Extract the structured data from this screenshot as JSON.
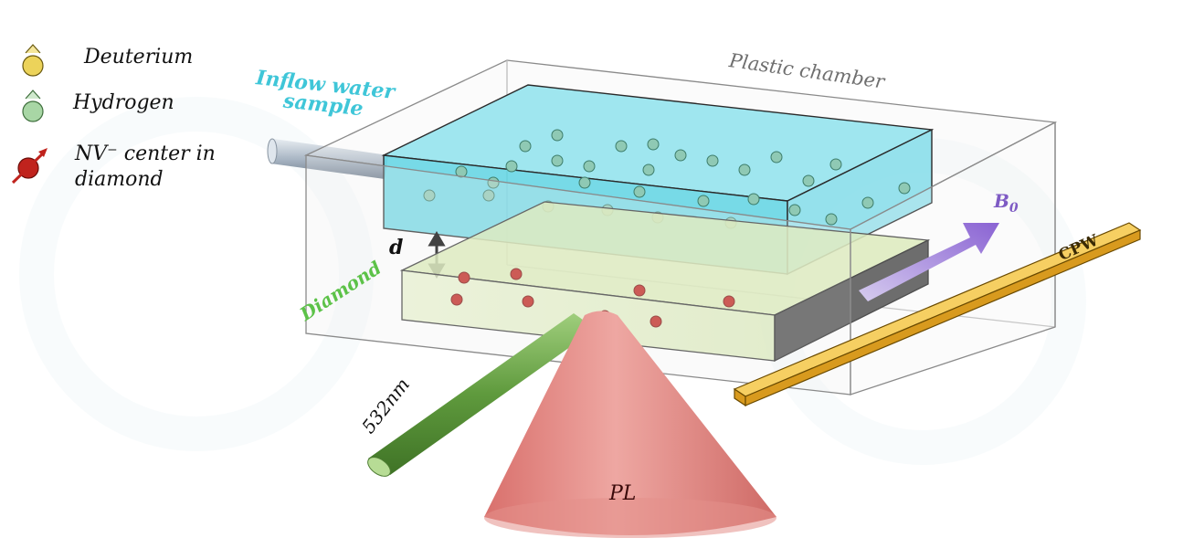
{
  "legend": [
    {
      "label": "Deuterium",
      "icon": "deuterium-molecule-icon",
      "color": "#e8cf4a"
    },
    {
      "label": "Hydrogen",
      "icon": "hydrogen-molecule-icon",
      "color": "#9dd19a"
    },
    {
      "label_line1": "NV⁻ center in",
      "label_line2": "diamond",
      "icon": "nv-center-spin-icon",
      "color": "#c0231d"
    }
  ],
  "labels": {
    "plastic_chamber": "Plastic chamber",
    "inflow_line1": "Inflow water",
    "inflow_line2": "sample",
    "diamond": "Diamond",
    "distance": "d",
    "field": "B",
    "field_sub": "0",
    "cpw": "CPW",
    "laser": "532nm",
    "pl": "PL"
  },
  "colors": {
    "water": "#5fd3e3",
    "diamond": "#c9e6a0",
    "cpw": "#f0b83a",
    "laser": "#6aa44a",
    "pl_cone": "#e08a85",
    "field_arrow": "#9b7fd6"
  }
}
